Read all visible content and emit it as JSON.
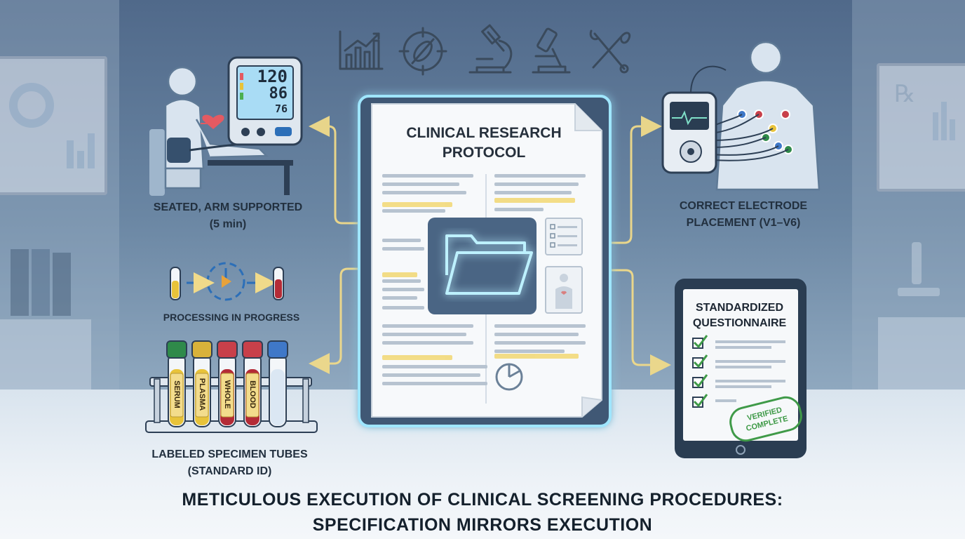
{
  "headline": {
    "line1": "METICULOUS EXECUTION OF CLINICAL SCREENING PROCEDURES:",
    "line2": "SPECIFICATION MIRRORS EXECUTION"
  },
  "protocol": {
    "title_line1": "CLINICAL RESEARCH",
    "title_line2": "PROTOCOL"
  },
  "blood_pressure": {
    "systolic": "120",
    "diastolic": "86",
    "pulse": "76",
    "caption_line1": "SEATED, ARM SUPPORTED",
    "caption_line2": "(5 min)"
  },
  "ecg": {
    "caption_line1": "CORRECT ELECTRODE",
    "caption_line2": "PLACEMENT (V1–V6)"
  },
  "processing": {
    "caption": "PROCESSING IN PROGRESS"
  },
  "specimens": {
    "tubes": [
      {
        "label": "SERUM",
        "cap_color": "#2f8a4a",
        "fill_color": "#e8c33a"
      },
      {
        "label": "PLASMA",
        "cap_color": "#d9b23a",
        "fill_color": "#e8c33a"
      },
      {
        "label": "WHOLE",
        "cap_color": "#c8404a",
        "fill_color": "#b42b36"
      },
      {
        "label": "BLOOD",
        "cap_color": "#c8404a",
        "fill_color": "#b42b36"
      },
      {
        "label": "",
        "cap_color": "#3f78c8",
        "fill_color": "#dbe7f3"
      }
    ],
    "caption_line1": "LABELED SPECIMEN TUBES",
    "caption_line2": "(STANDARD ID)"
  },
  "questionnaire": {
    "title_line1": "STANDARDIZED",
    "title_line2": "QUESTIONNAIRE",
    "stamp_line1": "VERIFIED",
    "stamp_line2": "COMPLETE"
  },
  "colors": {
    "accent_glow": "#8fe3ff",
    "connector": "#f0da8a",
    "check_green": "#3f9a48",
    "highlight_yellow": "#f2d97a"
  },
  "icons": [
    "line-chart-icon",
    "target-icon",
    "microscope-icon",
    "microscope-icon",
    "tools-icon"
  ]
}
